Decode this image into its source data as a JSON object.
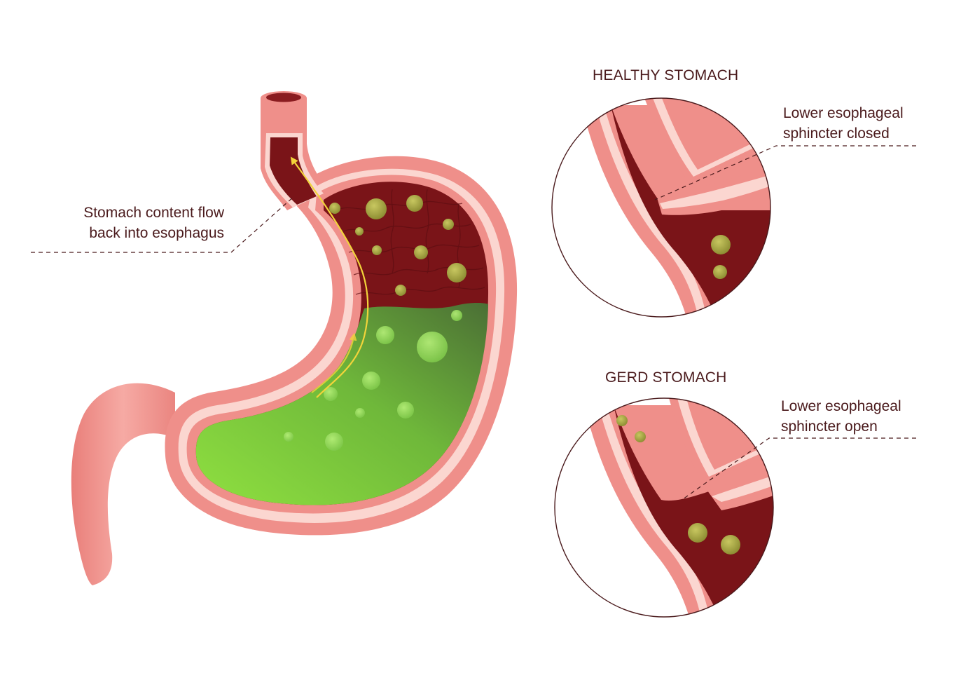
{
  "main_callout": {
    "line1": "Stomach content flow",
    "line2": "back into esophagus"
  },
  "healthy": {
    "heading": "HEALTHY STOMACH",
    "line1": "Lower esophageal",
    "line2": "sphincter closed"
  },
  "gerd": {
    "heading": "GERD STOMACH",
    "line1": "Lower esophageal",
    "line2": "sphincter open"
  },
  "colors": {
    "tissue": "#ef8f8a",
    "tissue_light": "#f7b7b1",
    "wall_stripe": "#fbd6d0",
    "lumen": "#7a1418",
    "acid_light": "#8fe040",
    "acid_dark": "#4e7a36",
    "bubble": "#9a9a3a",
    "arrow": "#f2d43a",
    "text": "#4a1a1c"
  }
}
